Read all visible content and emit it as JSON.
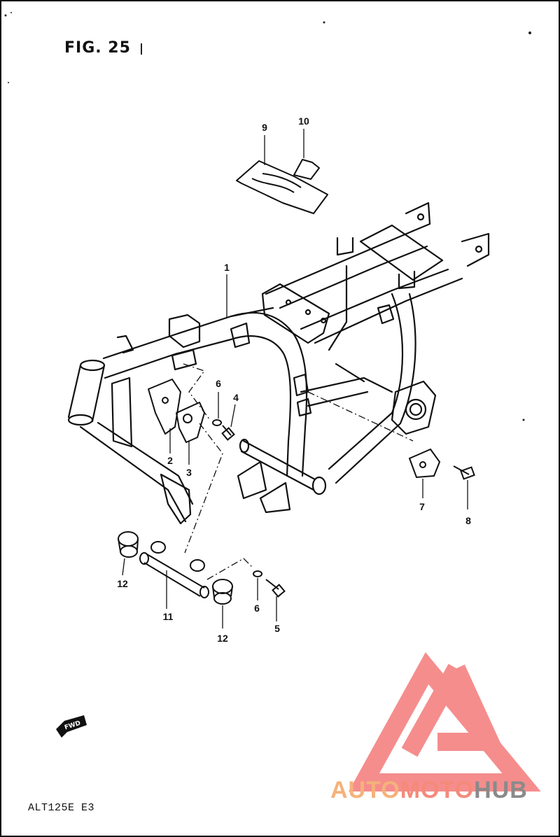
{
  "figure": {
    "title": "FIG. 25",
    "model_code": "ALT125E E3"
  },
  "forward_arrow_label": "FWD",
  "callouts": [
    {
      "id": "c1",
      "number": "1",
      "part": "frame"
    },
    {
      "id": "c2",
      "number": "2",
      "part": "bracket"
    },
    {
      "id": "c3",
      "number": "3",
      "part": "bracket"
    },
    {
      "id": "c4",
      "number": "4",
      "part": "bolt"
    },
    {
      "id": "c5",
      "number": "5",
      "part": "bolt"
    },
    {
      "id": "c6a",
      "number": "6",
      "part": "washer"
    },
    {
      "id": "c6b",
      "number": "6",
      "part": "washer"
    },
    {
      "id": "c7",
      "number": "7",
      "part": "plate"
    },
    {
      "id": "c8",
      "number": "8",
      "part": "bolt"
    },
    {
      "id": "c9",
      "number": "9",
      "part": "cover"
    },
    {
      "id": "c10",
      "number": "10",
      "part": "clamp"
    },
    {
      "id": "c11",
      "number": "11",
      "part": "engine-mount-shaft"
    },
    {
      "id": "c12a",
      "number": "12",
      "part": "bushing"
    },
    {
      "id": "c12b",
      "number": "12",
      "part": "bushing"
    }
  ],
  "watermark": {
    "auto": "AUTO",
    "moto": "MOTO",
    "hub": "HUB",
    "color_auto": "#f5b27a",
    "color_moto": "#f58a7a",
    "color_hub": "#8a8a8a",
    "logo_color": "#f47a7a"
  }
}
